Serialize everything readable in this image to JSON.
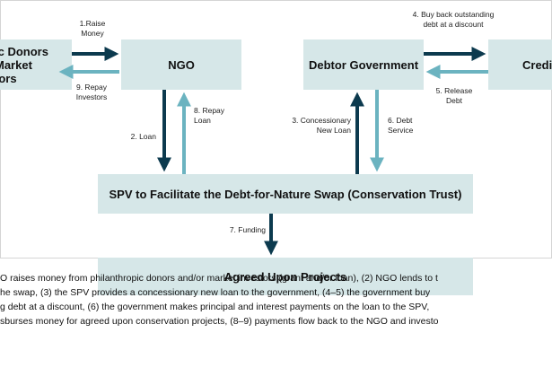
{
  "boxes": {
    "donors": "ic Donors\n Market\ntors",
    "ngo": "NGO",
    "gov": "Debtor Government",
    "cred": "Credit",
    "spv": "SPV to Facilitate the Debt-for-Nature Swap (Conservation Trust)",
    "projects": "Agreed Upon Projects"
  },
  "flows": {
    "f1": "1.Raise\nMoney",
    "f2": "2. Loan",
    "f3": "3. Concessionary\nNew Loan",
    "f4": "4. Buy back outstanding\ndebt at a discount",
    "f5": "5. Release\nDebt",
    "f6": "6. Debt\nService",
    "f7": "7. Funding",
    "f8": "8. Repay\nLoan",
    "f9": "9. Repay\nInvestors"
  },
  "colors": {
    "dark": "#0c3a4e",
    "light": "#6bb3c0",
    "box": "#d6e7e8"
  },
  "caption": [
    "O raises money from philanthropic donors and/or market investors (grant and/or loan), (2) NGO lends to t",
    "he swap, (3) the SPV provides a concessionary  new loan to the government, (4–5)  the government buy",
    "g debt at a discount, (6) the government makes principal and interest payments on the loan to the SPV,",
    "sburses money for agreed upon conservation projects, (8–9) payments flow back to the NGO and investo"
  ]
}
